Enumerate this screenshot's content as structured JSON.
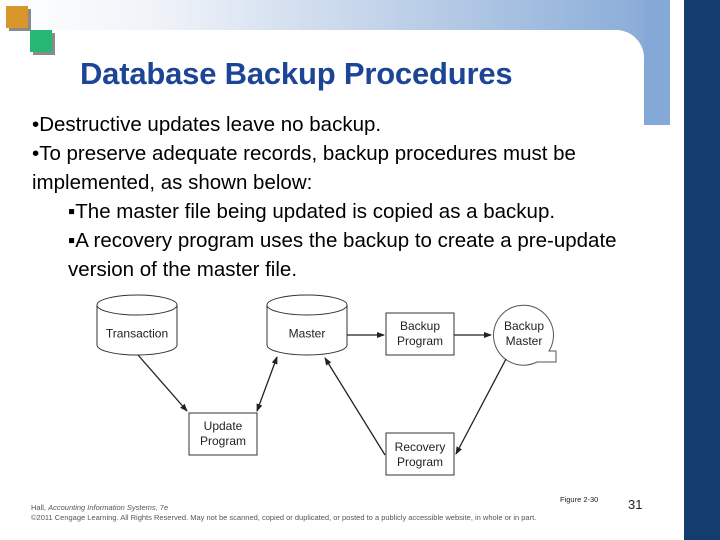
{
  "slide": {
    "title": "Database Backup Procedures",
    "bullets": [
      {
        "level": 1,
        "marker": "•",
        "text": "Destructive updates leave no backup."
      },
      {
        "level": 1,
        "marker": "•",
        "text": "To preserve adequate records, backup procedures must be implemented, as shown below:"
      },
      {
        "level": 2,
        "marker": "▪",
        "text": "The master file being updated is copied as a backup."
      },
      {
        "level": 2,
        "marker": "▪",
        "text": "A recovery program uses the backup to create a pre-update version of the master file."
      }
    ],
    "colors": {
      "title": "#1d4596",
      "accent_light_blue": "#84a9d6",
      "accent_navy": "#143c6e",
      "square_orange": "#d9962a",
      "square_green": "#27b774"
    }
  },
  "diagram": {
    "nodes": {
      "transaction": "Transaction",
      "master": "Master",
      "backup_program_1": "Backup",
      "backup_program_2": "Program",
      "backup_master_1": "Backup",
      "backup_master_2": "Master",
      "update_program_1": "Update",
      "update_program_2": "Program",
      "recovery_program_1": "Recovery",
      "recovery_program_2": "Program"
    },
    "figure_label": "Figure 2-30"
  },
  "footer": {
    "author": "Hall, ",
    "book": "Accounting Information Systems",
    "edition": ", 7e",
    "copyright": "©2011 Cengage Learning. All Rights Reserved. May not be scanned, copied or duplicated, or posted to a publicly accessible website, in whole or in part.",
    "page_number": "31"
  }
}
